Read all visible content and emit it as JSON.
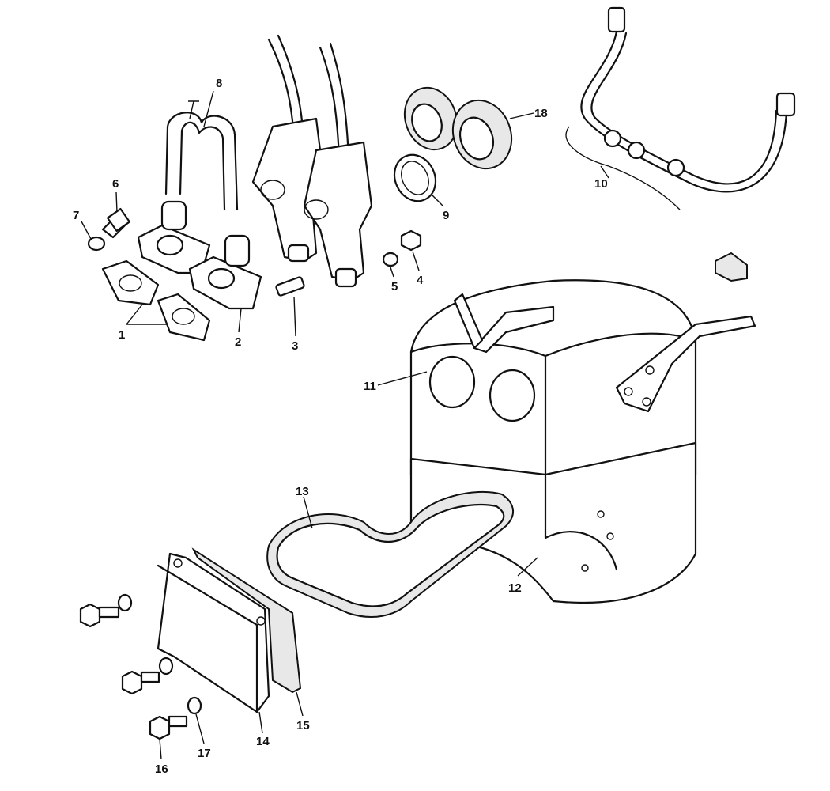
{
  "diagram": {
    "type": "exploded parts diagram",
    "callouts": [
      "1",
      "2",
      "3",
      "4",
      "5",
      "6",
      "7",
      "8",
      "9",
      "10",
      "11",
      "12",
      "13",
      "14",
      "15",
      "16",
      "17",
      "18"
    ]
  }
}
